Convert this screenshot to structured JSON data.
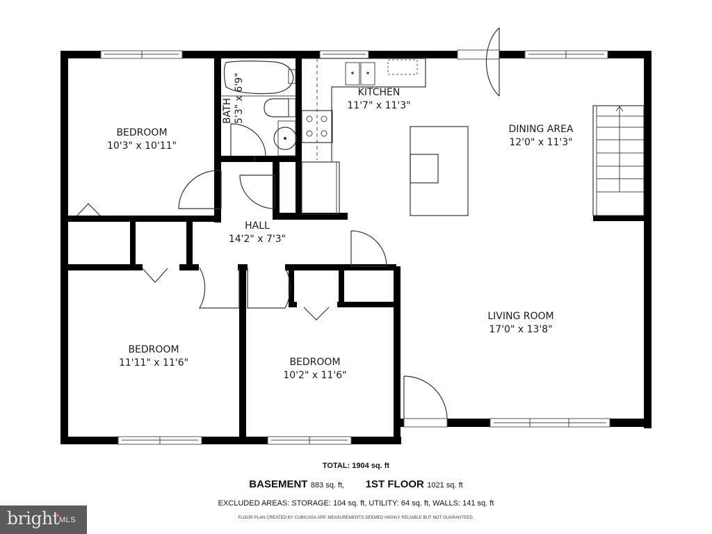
{
  "plan": {
    "rooms": [
      {
        "name": "BEDROOM",
        "size": "10'3\" x 10'11\""
      },
      {
        "name": "BATH",
        "size": "5'3\" x 6'9\""
      },
      {
        "name": "KITCHEN",
        "size": "11'7\" x 11'3\""
      },
      {
        "name": "DINING AREA",
        "size": "12'0\" x 11'3\""
      },
      {
        "name": "HALL",
        "size": "14'2\" x 7'3\""
      },
      {
        "name": "BEDROOM",
        "size": "11'11\" x 11'6\""
      },
      {
        "name": "BEDROOM",
        "size": "10'2\" x 11'6\""
      },
      {
        "name": "LIVING ROOM",
        "size": "17'0\" x 13'8\""
      }
    ]
  },
  "summary": {
    "total": "TOTAL: 1904 sq. ft",
    "floors": [
      {
        "name": "BASEMENT",
        "area": "883 sq. ft,"
      },
      {
        "name": "1ST FLOOR",
        "area": "1021 sq. ft"
      }
    ],
    "excluded": "EXCLUDED AREAS: STORAGE: 104 sq. ft, UTILITY: 64 sq. ft, WALLS: 141 sq. ft",
    "disclaimer": "FLOOR PLAN CREATED BY CUBICASA APP. MEASUREMENTS DEEMED HIGHLY RELIABLE BUT NOT GUARANTEED."
  },
  "logo": {
    "brand": "bright",
    "suffix": "MLS",
    "accent_color": "#e0522b"
  }
}
